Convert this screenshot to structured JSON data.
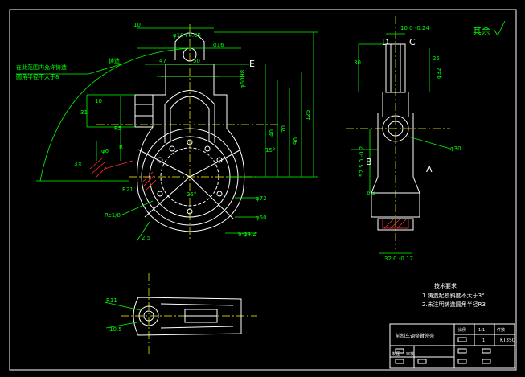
{
  "drawing": {
    "surface_finish_note": "其余",
    "left_note_line1": "在此范围内允许铸造",
    "left_note_line2": "圆角半径不大于8",
    "section_markers": {
      "d": "D",
      "c": "C",
      "e": "E",
      "b": "B",
      "a": "A"
    },
    "dims_front": {
      "d1": "10",
      "d2": "φ10+0.05",
      "d3": "φ16",
      "d4": "47",
      "d5": "50",
      "d6": "铸造",
      "d7": "10",
      "d8": "31",
      "d9": "φ60H8",
      "d10": "40",
      "d11": "70",
      "d12": "90",
      "d13": "125",
      "d14": "R5",
      "d15": "φ6",
      "d16": "R",
      "d17": "3×",
      "d18": "25°",
      "d19": "R21",
      "d20": "Rc1/8",
      "d21": "φ72",
      "d22": "φ50",
      "d23": "6-φ4.2",
      "d24": "2.5",
      "d25": "15°"
    },
    "dims_side": {
      "s1": "10 0 -0.24",
      "s2": "30",
      "s3": "25",
      "s4": "φ32",
      "s5": "φ30",
      "s6": "52.5 0 -0.2",
      "s7": "6.3",
      "s8": "32 0 -0.17"
    },
    "dims_bottom": {
      "b1": "R11",
      "b2": "10.5"
    },
    "tech_requirements": {
      "title": "技术要求",
      "line1": "1.铸造起模斜度不大于3°",
      "line2": "2.未注明铸造圆角半径R3"
    },
    "title_block": {
      "name": "前制车调整臂外壳",
      "ratio_label": "比例",
      "ratio": "1:1",
      "count_label": "件数",
      "count": "1",
      "code": "KT350",
      "drawn_label": "制图",
      "checked_label": "审核"
    }
  }
}
